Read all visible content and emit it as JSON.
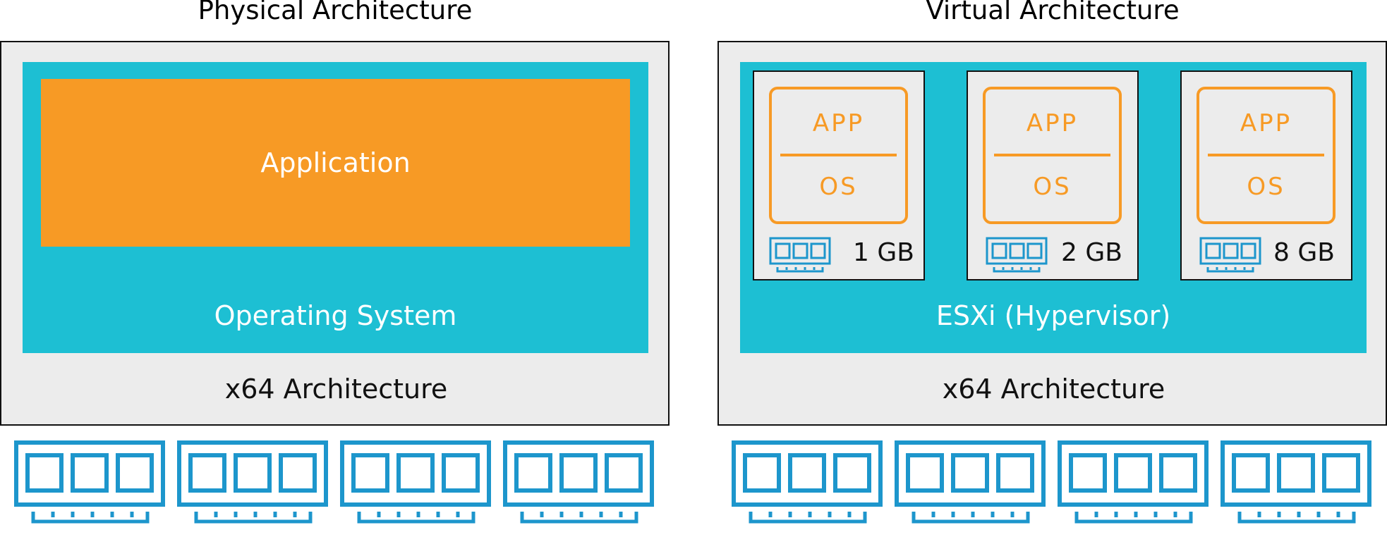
{
  "physical": {
    "title": "Physical Architecture",
    "application_label": "Application",
    "os_label": "Operating System",
    "hardware_label": "x64 Architecture",
    "ram_modules": [
      "ram-icon",
      "ram-icon",
      "ram-icon",
      "ram-icon"
    ]
  },
  "virtual": {
    "title": "Virtual Architecture",
    "hypervisor_label": "ESXi (Hypervisor)",
    "hardware_label": "x64 Architecture",
    "vms": [
      {
        "app_label": "APP",
        "os_label": "OS",
        "memory": "1 GB"
      },
      {
        "app_label": "APP",
        "os_label": "OS",
        "memory": "2 GB"
      },
      {
        "app_label": "APP",
        "os_label": "OS",
        "memory": "8 GB"
      }
    ],
    "ram_modules": [
      "ram-icon",
      "ram-icon",
      "ram-icon",
      "ram-icon"
    ]
  },
  "colors": {
    "cyan": "#1dbfd3",
    "orange": "#f79a25",
    "gray": "#ececec",
    "ram_blue": "#1d96cc"
  }
}
